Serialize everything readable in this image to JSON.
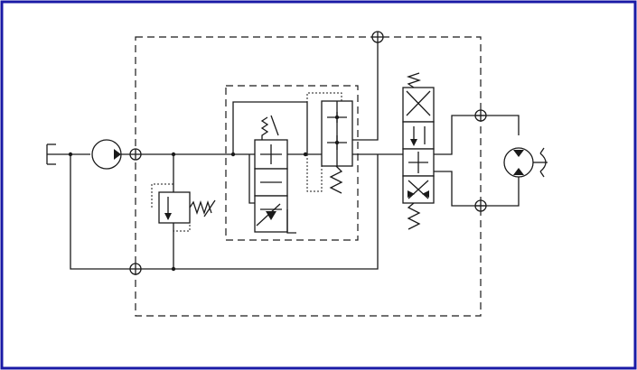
{
  "diagram": {
    "kind": "hydraulic-schematic",
    "colors": {
      "frame_border": "#1a1aa6",
      "line": "#1a1a1a",
      "background": "#ffffff"
    },
    "components": [
      {
        "id": "tank-port",
        "icon": "tank-icon"
      },
      {
        "id": "pump",
        "icon": "pump-icon"
      },
      {
        "id": "relief-valve",
        "icon": "relief-valve-icon"
      },
      {
        "id": "pilot-control-valve",
        "icon": "pilot-valve-icon"
      },
      {
        "id": "pressure-compensator",
        "icon": "compensator-valve-icon"
      },
      {
        "id": "directional-control-valve",
        "icon": "directional-valve-icon"
      },
      {
        "id": "hydraulic-motor",
        "icon": "motor-icon"
      }
    ]
  }
}
